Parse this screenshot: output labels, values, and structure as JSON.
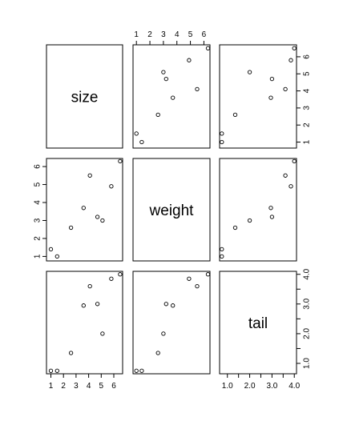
{
  "chart_data": {
    "type": "scatter",
    "matrix": true,
    "grid": false,
    "point_style": "open-circle",
    "colors": {
      "points": "#000000",
      "axes": "#000000",
      "background": "#ffffff"
    },
    "variables": [
      {
        "name": "size",
        "values": [
          1.0,
          1.5,
          2.6,
          3.6,
          4.1,
          4.7,
          5.1,
          5.8,
          6.5
        ],
        "ticks": [
          1,
          2,
          3,
          4,
          5,
          6
        ],
        "tick_labels": [
          "1",
          "2",
          "3",
          "4",
          "5",
          "6"
        ],
        "range": [
          0.65,
          6.7
        ]
      },
      {
        "name": "weight",
        "values": [
          1.4,
          1.0,
          2.6,
          3.7,
          5.5,
          3.2,
          3.0,
          4.9,
          6.3
        ],
        "ticks": [
          1,
          2,
          3,
          4,
          5,
          6
        ],
        "tick_labels": [
          "1",
          "2",
          "3",
          "4",
          "5",
          "6"
        ],
        "range": [
          0.75,
          6.45
        ]
      },
      {
        "name": "tail",
        "values": [
          0.75,
          0.75,
          1.35,
          2.95,
          3.6,
          3.0,
          2.0,
          3.85,
          4.0
        ],
        "ticks": [
          1,
          1.5,
          2,
          2.5,
          3,
          3.5,
          4
        ],
        "tick_labels": [
          "1.0",
          "",
          "2.0",
          "",
          "3.0",
          "",
          "4.0"
        ],
        "range": [
          0.65,
          4.1
        ]
      }
    ]
  }
}
